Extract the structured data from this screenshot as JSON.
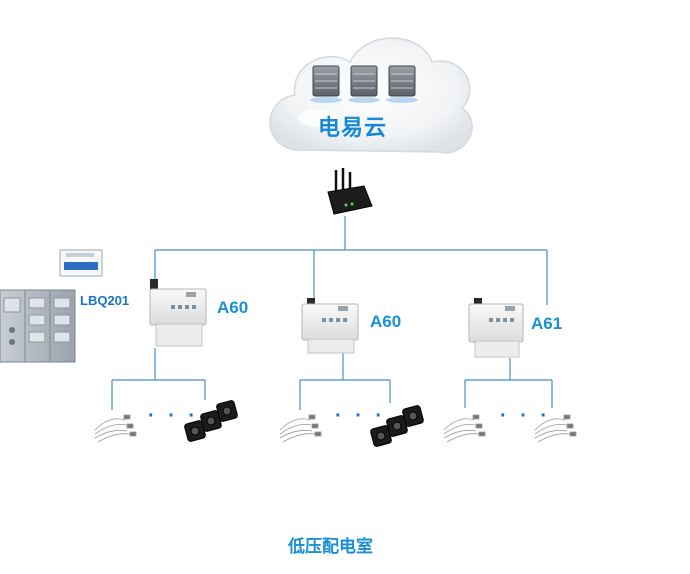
{
  "cloud": {
    "label": "电易云"
  },
  "devices": [
    {
      "label": "A60"
    },
    {
      "label": "A60"
    },
    {
      "label": "A61"
    }
  ],
  "cabinet": {
    "label": "LBQ201"
  },
  "ellipsis": "· · ·",
  "room": {
    "label": "低压配电室"
  },
  "colors": {
    "line": "#4a8fc9",
    "label": "#1a8fd6",
    "cloud": "#eef1f4"
  }
}
